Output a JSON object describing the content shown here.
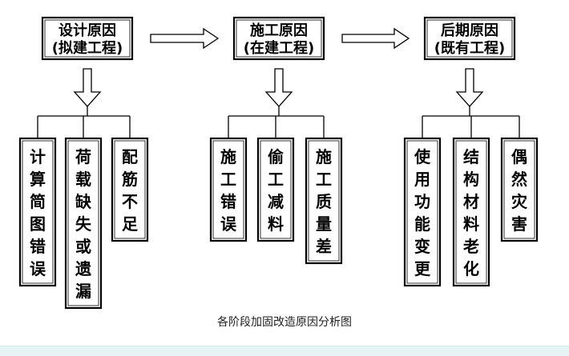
{
  "diagram": {
    "stages": [
      {
        "line1": "设计原因",
        "line2": "(拟建工程)",
        "children": [
          {
            "label": "计算简图错误"
          },
          {
            "label": "荷载缺失或遗漏"
          },
          {
            "label": "配筋不足"
          }
        ]
      },
      {
        "line1": "施工原因",
        "line2": "(在建工程)",
        "children": [
          {
            "label": "施工错误"
          },
          {
            "label": "偷工减料"
          },
          {
            "label": "施工质量差"
          }
        ]
      },
      {
        "line1": "后期原因",
        "line2": "(既有工程)",
        "children": [
          {
            "label": "使用功能变更"
          },
          {
            "label": "结构材料老化"
          },
          {
            "label": "偶然灾害"
          }
        ]
      }
    ],
    "caption": "各阶段加固改造原因分析图"
  },
  "colors": {
    "stroke": "#000000",
    "text": "#000000",
    "caption": "#222222",
    "bar": "#e6f4f4"
  }
}
